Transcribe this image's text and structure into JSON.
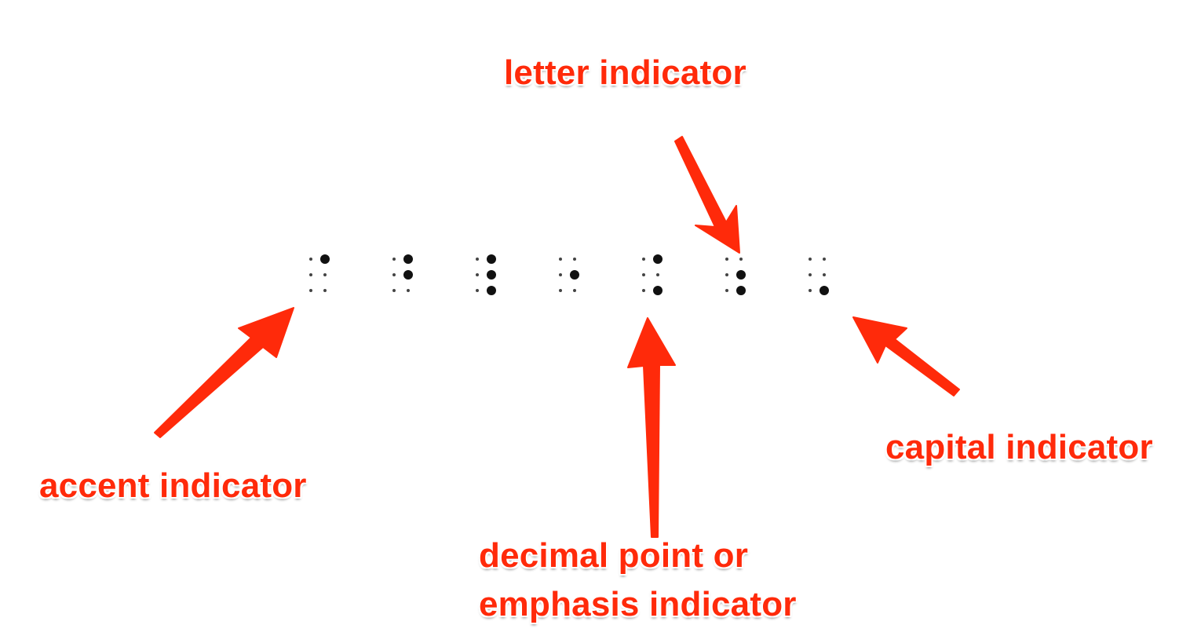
{
  "colors": {
    "accent": "#ff2a0a",
    "dot": "#111111"
  },
  "labels": {
    "letter": "letter indicator",
    "accent": "accent indicator",
    "capital": "capital indicator",
    "decimal_line1": "decimal point or",
    "decimal_line2": "emphasis indicator"
  },
  "braille_cells": [
    {
      "dots": [
        4
      ]
    },
    {
      "dots": [
        4,
        5
      ]
    },
    {
      "dots": [
        4,
        5,
        6
      ]
    },
    {
      "dots": [
        5
      ]
    },
    {
      "dots": [
        4,
        6
      ]
    },
    {
      "dots": [
        5,
        6
      ]
    },
    {
      "dots": [
        6
      ]
    }
  ]
}
